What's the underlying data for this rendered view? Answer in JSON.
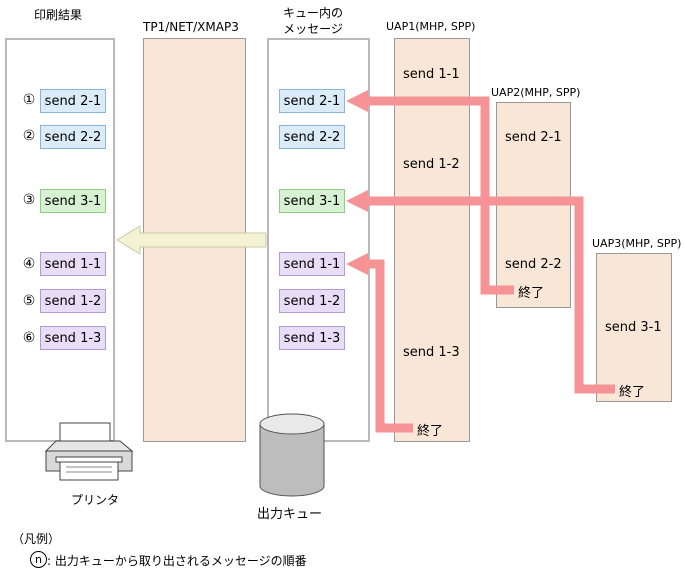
{
  "headers": {
    "print_result": "印刷結果",
    "tp1": "TP1/NET/XMAP3",
    "queue_line1": "キュー内の",
    "queue_line2": "メッセージ",
    "uap1": "UAP1(MHP, SPP)",
    "uap2": "UAP2(MHP, SPP)",
    "uap3": "UAP3(MHP, SPP)"
  },
  "print_items": [
    {
      "num": "①",
      "label": "send 2-1"
    },
    {
      "num": "②",
      "label": "send 2-2"
    },
    {
      "num": "③",
      "label": "send 3-1"
    },
    {
      "num": "④",
      "label": "send 1-1"
    },
    {
      "num": "⑤",
      "label": "send 1-2"
    },
    {
      "num": "⑥",
      "label": "send 1-3"
    }
  ],
  "queue_items": [
    "send 2-1",
    "send 2-2",
    "send 3-1",
    "send 1-1",
    "send 1-2",
    "send 1-3"
  ],
  "uap1_items": [
    "send 1-1",
    "send 1-2",
    "send 1-3"
  ],
  "uap2_items": [
    "send 2-1",
    "send 2-2"
  ],
  "uap3_items": [
    "send 3-1"
  ],
  "end_label": "終了",
  "printer_label": "プリンタ",
  "output_queue_label": "出力キュー",
  "legend": {
    "title": "（凡例）",
    "symbol": "n",
    "text": ": 出力キューから取り出されるメッセージの順番"
  },
  "colors": {
    "column_fill": "#f8e6d6",
    "arrow": "#f59396",
    "out_arrow": "#f3f3d3"
  }
}
